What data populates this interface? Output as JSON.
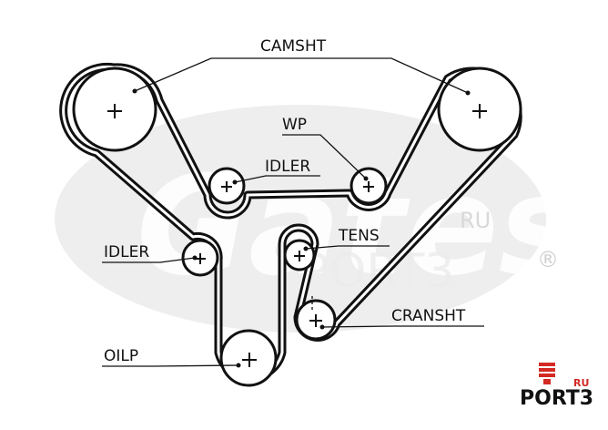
{
  "labels": {
    "camshaft": "CAMSHT",
    "water_pump": "WP",
    "idler_top": "IDLER",
    "idler_left": "IDLER",
    "tensioner": "TENS",
    "crankshaft": "CRANSHT",
    "oil_pump": "OILP"
  },
  "watermark": {
    "brand": "Gates",
    "site": "PORT3",
    "suffix": "RU",
    "registered": "®"
  },
  "logo": {
    "text": "PORT3",
    "suffix": "RU",
    "accent_color": "#d32a23"
  }
}
